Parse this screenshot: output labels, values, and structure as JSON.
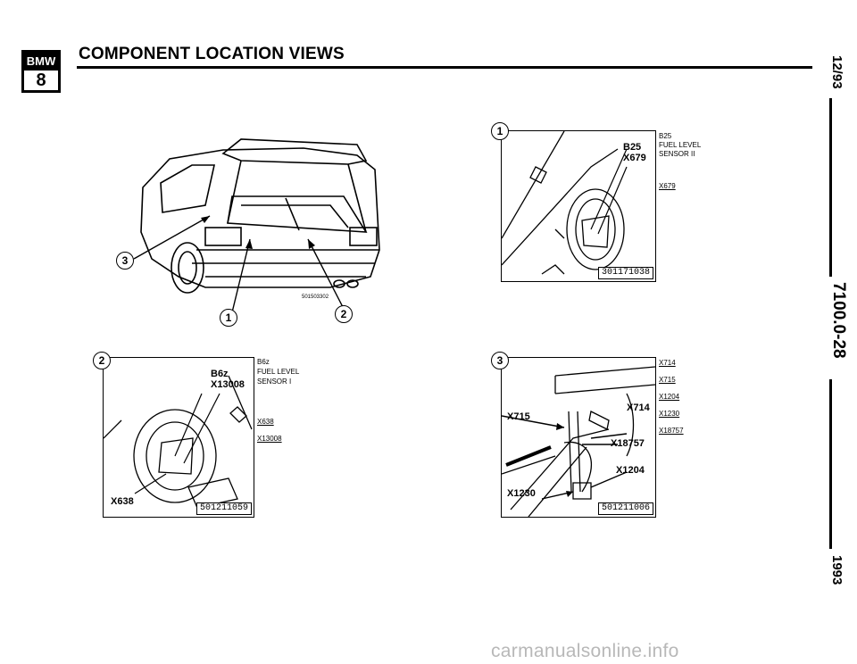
{
  "header": {
    "logo_top": "BMW",
    "logo_bottom": "8",
    "title": "COMPONENT LOCATION VIEWS"
  },
  "side": {
    "date": "12/93",
    "code": "7100.0-28",
    "year": "1993"
  },
  "car_view": {
    "callouts": [
      "1",
      "2",
      "3"
    ],
    "image_code": "501503302"
  },
  "panel_1": {
    "number": "1",
    "labels": [
      "B25",
      "X679"
    ],
    "code": "301171038",
    "notes": [
      {
        "text": "B25"
      },
      {
        "text": "FUEL LEVEL"
      },
      {
        "text": "SENSOR II"
      },
      {
        "text": "X679"
      }
    ]
  },
  "panel_2": {
    "number": "2",
    "labels": [
      "B6z",
      "X13008",
      "X638"
    ],
    "code": "501211059",
    "notes": [
      {
        "text": "B6z"
      },
      {
        "text": "FUEL LEVEL"
      },
      {
        "text": "SENSOR I"
      },
      {
        "text": "X638"
      },
      {
        "text": "X13008"
      }
    ]
  },
  "panel_3": {
    "number": "3",
    "labels": [
      "X715",
      "X714",
      "X18757",
      "X1204",
      "X1230"
    ],
    "code": "501211006",
    "notes": [
      {
        "text": "X714"
      },
      {
        "text": "X715"
      },
      {
        "text": "X1204"
      },
      {
        "text": "X1230"
      },
      {
        "text": "X18757"
      }
    ]
  },
  "watermark": "carmanualsonline.info"
}
